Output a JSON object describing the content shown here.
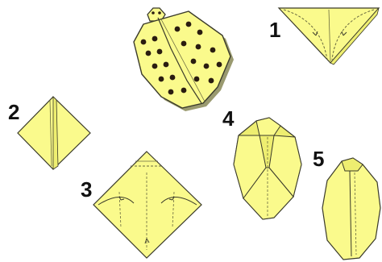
{
  "colors": {
    "paper": "#fafa8c",
    "paper_shade": "#eeee70",
    "outline": "#3a3a2a",
    "fold_line": "#6a6a40",
    "spot": "#2a1c10",
    "background": "#ffffff"
  },
  "steps": [
    {
      "number": "1"
    },
    {
      "number": "2"
    },
    {
      "number": "3"
    },
    {
      "number": "4"
    },
    {
      "number": "5"
    }
  ],
  "finished_model": {
    "spots": 21
  }
}
